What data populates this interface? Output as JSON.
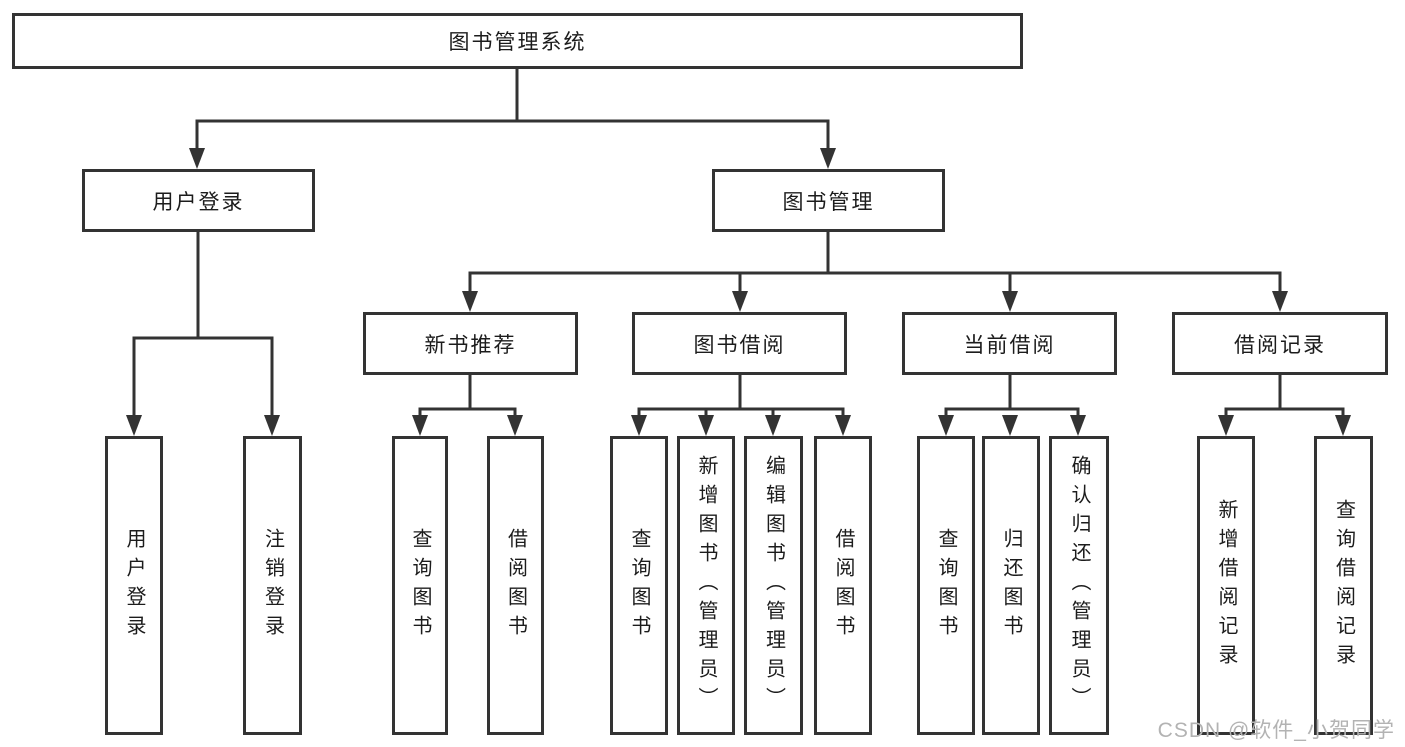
{
  "tree": {
    "label": "图书管理系统",
    "children": [
      {
        "label": "用户登录",
        "children": [
          {
            "label": "用户登录"
          },
          {
            "label": "注销登录"
          }
        ]
      },
      {
        "label": "图书管理",
        "children": [
          {
            "label": "新书推荐",
            "children": [
              {
                "label": "查询图书"
              },
              {
                "label": "借阅图书"
              }
            ]
          },
          {
            "label": "图书借阅",
            "children": [
              {
                "label": "查询图书"
              },
              {
                "label": "新增图书（管理员）"
              },
              {
                "label": "编辑图书（管理员）"
              },
              {
                "label": "借阅图书"
              }
            ]
          },
          {
            "label": "当前借阅",
            "children": [
              {
                "label": "查询图书"
              },
              {
                "label": "归还图书"
              },
              {
                "label": "确认归还（管理员）"
              }
            ]
          },
          {
            "label": "借阅记录",
            "children": [
              {
                "label": "新增借阅记录"
              },
              {
                "label": "查询借阅记录"
              }
            ]
          }
        ]
      }
    ]
  },
  "watermark": {
    "text": "CSDN @软件_小贺同学"
  },
  "colors": {
    "line": "#333333",
    "box_border": "#333333",
    "text": "#1c1c1c",
    "background": "#ffffff",
    "watermark": "#b3b3b3"
  }
}
